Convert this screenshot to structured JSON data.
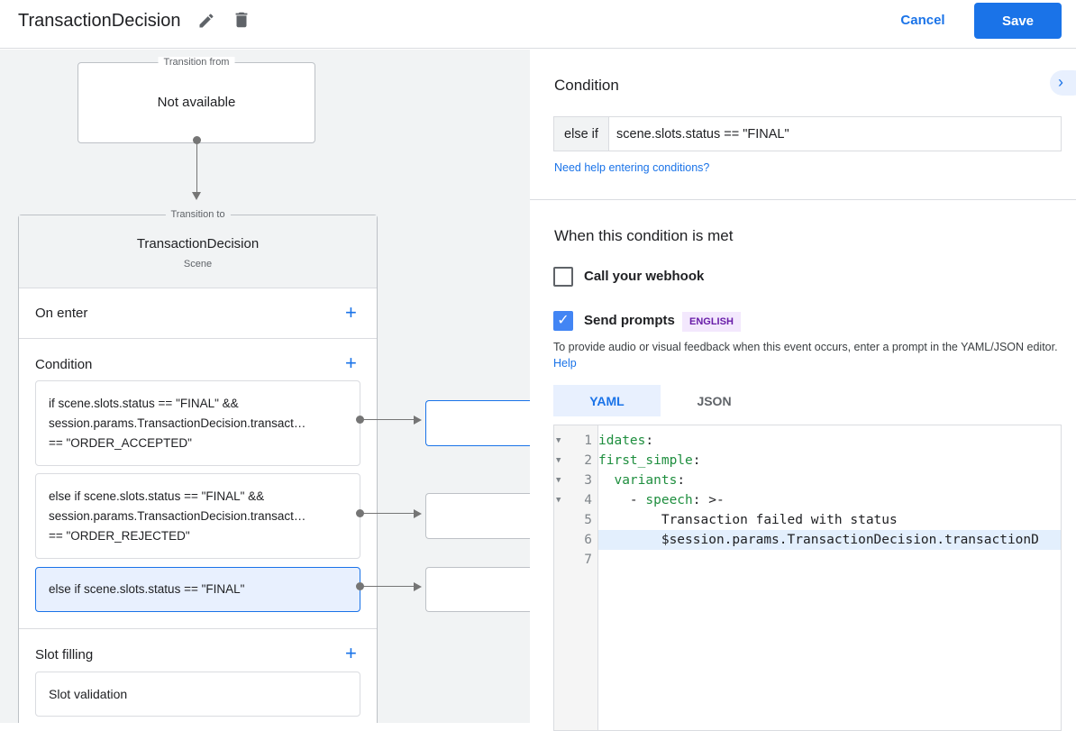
{
  "header": {
    "title": "TransactionDecision",
    "cancel_label": "Cancel",
    "save_label": "Save",
    "icons": [
      "pencil-icon",
      "trash-icon"
    ]
  },
  "canvas": {
    "transition_from": {
      "legend": "Transition from",
      "value": "Not available"
    },
    "transition_to": {
      "legend": "Transition to",
      "scene_name": "TransactionDecision",
      "scene_type": "Scene"
    },
    "on_enter": "On enter",
    "condition_label": "Condition",
    "conditions": [
      {
        "lines": [
          "if scene.slots.status == \"FINAL\" &&",
          "session.params.TransactionDecision.transact…",
          "== \"ORDER_ACCEPTED\""
        ]
      },
      {
        "lines": [
          "else if scene.slots.status == \"FINAL\" &&",
          "session.params.TransactionDecision.transact…",
          "== \"ORDER_REJECTED\""
        ]
      },
      {
        "lines": [
          "else if scene.slots.status == \"FINAL\""
        ],
        "selected": true
      }
    ],
    "slot_filling": "Slot filling",
    "slot_validation": "Slot validation"
  },
  "panel": {
    "condition_title": "Condition",
    "condition_prefix": "else if",
    "condition_value": "scene.slots.status == \"FINAL\"",
    "help_link": "Need help entering conditions?",
    "met_title": "When this condition is met",
    "webhook_label": "Call your webhook",
    "webhook_checked": false,
    "prompts_label": "Send prompts",
    "prompts_checked": true,
    "language_badge": "ENGLISH",
    "description": "To provide audio or visual feedback when this event occurs, enter a prompt in the YAML/JSON editor.",
    "description_link": "Help",
    "tabs": [
      {
        "label": "YAML",
        "active": true
      },
      {
        "label": "JSON",
        "active": false
      }
    ],
    "code_lines": [
      {
        "n": "1",
        "fold": true,
        "key": "idates",
        "rest": ":",
        "indent": ""
      },
      {
        "n": "2",
        "fold": true,
        "key": "first_simple",
        "rest": ":",
        "indent": ""
      },
      {
        "n": "3",
        "fold": true,
        "key": "variants",
        "rest": ":",
        "indent": "  "
      },
      {
        "n": "4",
        "fold": true,
        "pre": "- ",
        "key": "speech",
        "rest": ": >-",
        "indent": "    "
      },
      {
        "n": "5",
        "fold": false,
        "key": "",
        "rest": "Transaction failed with status",
        "indent": "        "
      },
      {
        "n": "6",
        "fold": false,
        "key": "",
        "rest": "$session.params.TransactionDecision.transactionD",
        "indent": "        ",
        "highlight": true
      },
      {
        "n": "7",
        "fold": false,
        "key": "",
        "rest": "",
        "indent": ""
      }
    ],
    "colors": {
      "accent": "#1a73e8",
      "selected_bg": "#e8f0fe",
      "yaml_key": "#1e8e3e",
      "badge_bg": "#f3e8fd",
      "badge_text": "#681da8"
    }
  }
}
